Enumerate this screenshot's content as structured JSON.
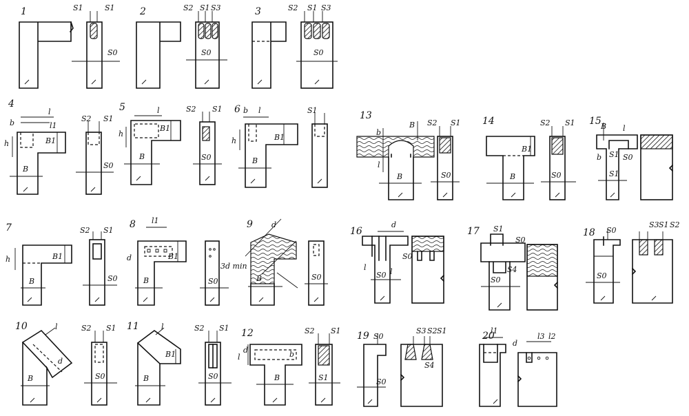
{
  "diagrams": [
    {
      "num": "1",
      "dims": {
        "s_left": "S1",
        "s_right": "S1",
        "s0": "S0"
      }
    },
    {
      "num": "2",
      "dims": {
        "s_a": "S2",
        "s_b": "S1",
        "s_c": "S3",
        "s0": "S0"
      }
    },
    {
      "num": "3",
      "dims": {
        "s_a": "S2",
        "s_b": "S1",
        "s_c": "S3",
        "s0": "S0"
      }
    },
    {
      "num": "4",
      "dims": {
        "l": "l",
        "l1": "l1",
        "b": "b",
        "h": "h",
        "b1": "B1",
        "bb": "B",
        "s_a": "S2",
        "s_b": "S1",
        "s0": "S0"
      }
    },
    {
      "num": "5",
      "dims": {
        "l": "l",
        "h": "h",
        "b1": "B1",
        "bb": "B",
        "s_a": "S2",
        "s_b": "S1",
        "s0": "S0"
      }
    },
    {
      "num": "6",
      "dims": {
        "b": "b",
        "l": "l",
        "h": "h",
        "b1": "B1",
        "bb": "B",
        "s_b": "S1"
      }
    },
    {
      "num": "7",
      "dims": {
        "h": "h",
        "b1": "B1",
        "bb": "B",
        "s_a": "S2",
        "s_b": "S1",
        "s0": "S0"
      }
    },
    {
      "num": "8",
      "dims": {
        "l1": "l1",
        "d": "d",
        "b1": "B1",
        "bb": "B",
        "s0": "S0"
      }
    },
    {
      "num": "9",
      "dims": {
        "d": "d",
        "dmin": "3d min",
        "bb": "B",
        "s0": "S0"
      }
    },
    {
      "num": "10",
      "dims": {
        "l": "l",
        "d": "d",
        "bb": "B",
        "s_a": "S2",
        "s_b": "S1",
        "s0": "S0"
      }
    },
    {
      "num": "11",
      "dims": {
        "l": "l",
        "b1": "B1",
        "bb": "B",
        "s_a": "S2",
        "s_b": "S1",
        "s0": "S0"
      }
    },
    {
      "num": "12",
      "dims": {
        "l": "l",
        "d": "d",
        "b": "b",
        "bb": "B",
        "s_a": "S2",
        "s_b": "S1",
        "s1b": "S1"
      }
    },
    {
      "num": "13",
      "dims": {
        "b": "b",
        "bb_top": "B",
        "l": "l",
        "bb": "B",
        "s_a": "S2",
        "s_b": "S1",
        "s0": "S0"
      }
    },
    {
      "num": "14",
      "dims": {
        "b1": "B1",
        "bb": "B",
        "s_a": "S2",
        "s_b": "S1",
        "s0": "S0"
      }
    },
    {
      "num": "15",
      "dims": {
        "bb_top": "B",
        "l": "l",
        "b": "b",
        "s1": "S1",
        "s0": "S0",
        "s1b": "S1"
      }
    },
    {
      "num": "16",
      "dims": {
        "d": "d",
        "l": "l",
        "s0": "S0",
        "s0b": "S0",
        "ll": "l"
      }
    },
    {
      "num": "17",
      "dims": {
        "s1": "S1",
        "s0": "S0",
        "s4": "S4",
        "s0b": "S0"
      }
    },
    {
      "num": "18",
      "dims": {
        "s0": "S0",
        "s0b": "S0",
        "s_c": "S3",
        "s_b": "S1",
        "s_a": "S2"
      }
    },
    {
      "num": "19",
      "dims": {
        "s0": "S0",
        "s0b": "S0",
        "s_c": "S3",
        "s_a": "S2",
        "s_b": "S1",
        "s4": "S4"
      }
    },
    {
      "num": "20",
      "dims": {
        "l1": "l1",
        "d": "d",
        "l3": "l3",
        "l2": "l2"
      }
    }
  ]
}
